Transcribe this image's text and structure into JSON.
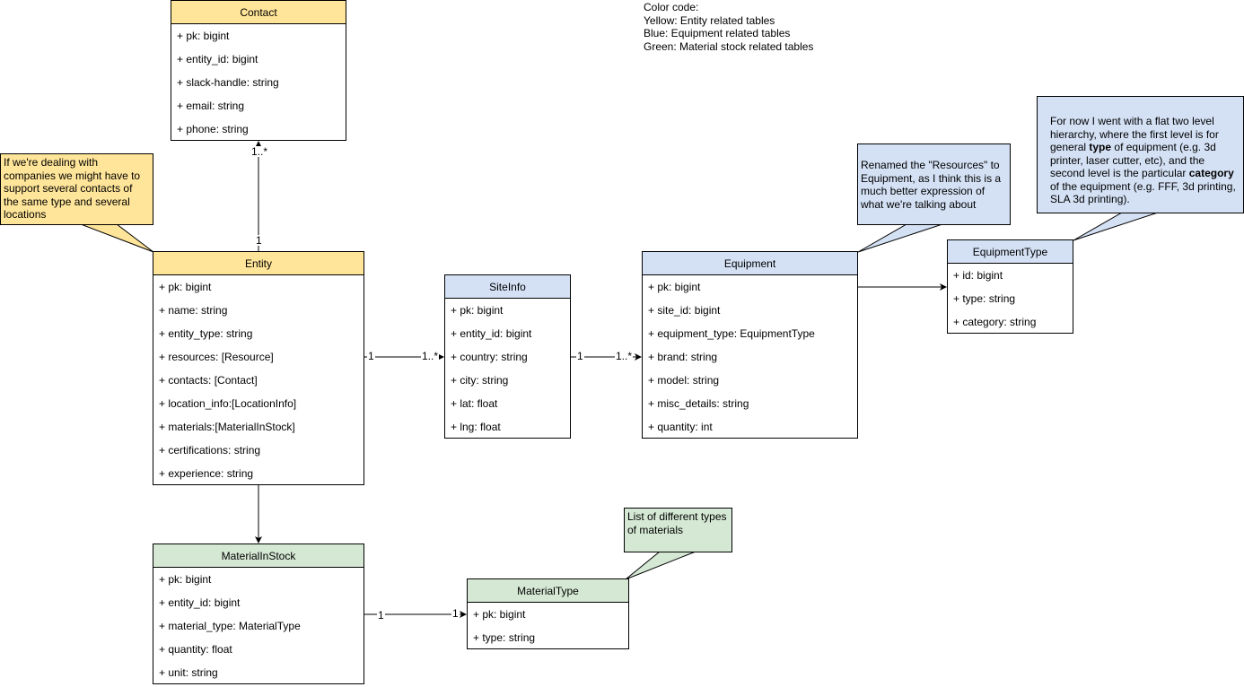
{
  "legend": {
    "title": "Color code:",
    "yellow": "Yellow: Entity related tables",
    "blue": "Blue: Equipment related tables",
    "green": "Green: Material stock related tables"
  },
  "colors": {
    "yellow_header": "#ffe599",
    "blue_header": "#d4e1f5",
    "green_header": "#d5e8d4",
    "note_yellow": "#ffe599",
    "note_blue": "#d4e1f5",
    "note_green": "#d5e8d4"
  },
  "classes": {
    "contact": {
      "name": "Contact",
      "attributes": [
        "+ pk: bigint",
        "+ entity_id: bigint",
        "+ slack-handle: string",
        "+ email: string",
        "+ phone: string"
      ]
    },
    "entity": {
      "name": "Entity",
      "attributes": [
        "+ pk: bigint",
        "+ name: string",
        "+ entity_type: string",
        "+ resources: [Resource]",
        "+ contacts: [Contact]",
        "+ location_info:[LocationInfo]",
        "+ materials:[MaterialInStock]",
        "+ certifications: string",
        "+ experience: string"
      ]
    },
    "siteinfo": {
      "name": "SiteInfo",
      "attributes": [
        "+ pk: bigint",
        "+ entity_id: bigint",
        "+ country: string",
        "+ city: string",
        "+ lat: float",
        "+ lng: float"
      ]
    },
    "equipment": {
      "name": "Equipment",
      "attributes": [
        "+ pk: bigint",
        "+ site_id: bigint",
        "+ equipment_type: EquipmentType",
        "+ brand: string",
        "+ model: string",
        "+ misc_details: string",
        "+ quantity: int"
      ]
    },
    "equipmenttype": {
      "name": "EquipmentType",
      "attributes": [
        "+ id: bigint",
        "+ type: string",
        "+ category: string"
      ]
    },
    "materialinstock": {
      "name": "MaterialInStock",
      "attributes": [
        "+ pk: bigint",
        "+ entity_id: bigint",
        "+ material_type: MaterialType",
        "+ quantity: float",
        "+ unit: string"
      ]
    },
    "materialtype": {
      "name": "MaterialType",
      "attributes": [
        "+ pk: bigint",
        "+ type: string"
      ]
    }
  },
  "notes": {
    "entity_note": "If we're dealing with companies we might have to support several contacts of the same type and several locations",
    "equipment_note": "Renamed the \"Resources\" to Equipment, as I think this is a much better expression of what we're talking about",
    "equipmenttype_note": {
      "p1": "For now I went with a flat two level hierarchy, where  the first level is for general ",
      "b1": "type",
      "p2": " of equipment (e.g. 3d printer, laser cutter, etc), and the second level is the particular ",
      "b2": "category",
      "p3": " of the equipment (e.g. FFF, 3d printing, SLA 3d printing)."
    },
    "materialtype_note": "List of different types of materials"
  },
  "multiplicities": {
    "contact_many": "1..*",
    "contact_one": "1",
    "entity_site_one": "1",
    "entity_site_many": "1..*",
    "site_equip_one": "1",
    "site_equip_many": "1..*",
    "stock_type_one": "1",
    "stock_type_one_b": "1"
  }
}
